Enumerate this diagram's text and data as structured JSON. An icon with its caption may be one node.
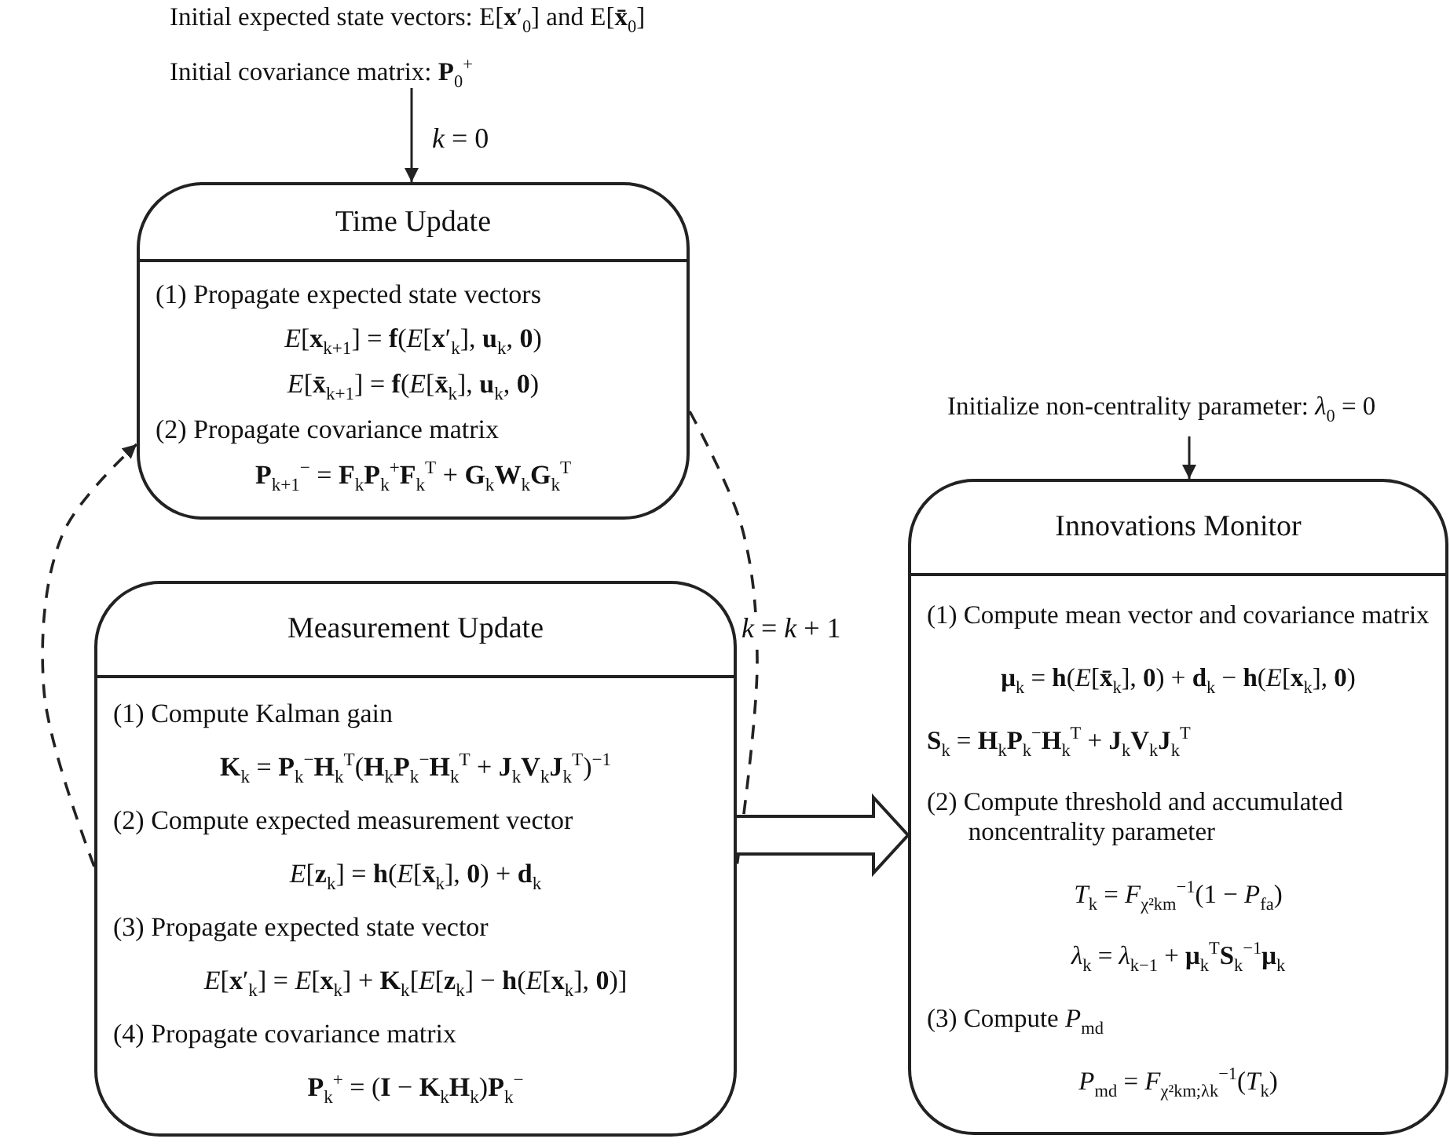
{
  "diagram": {
    "nodes": [
      {
        "text": [
          "Initial expected state vectors: E[**x**′$_{0}$] and E[**x̄**$_{0}$]",
          "Initial covariance matrix: **P**$_{0}$$^{+}$"
        ]
      },
      {
        "text": [
          "Time Update",
          "(1) Propagate expected state vectors",
          "*E*[**x**$_{k+1}$] = **f**(*E*[**x**′$_{k}$], **u**$_{k}$, **0**)",
          "*E*[**x̄**$_{k+1}$] = **f**(*E*[**x̄**$_{k}$], **u**$_{k}$, **0**)",
          "(2) Propagate covariance matrix",
          "**P**$_{k+1}$$^{−}$ = **F**$_{k}$**P**$_{k}$$^{+}$**F**$_{k}$$^{T}$ + **G**$_{k}$**W**$_{k}$**G**$_{k}$$^{T}$"
        ]
      },
      {
        "text": [
          "Measurement Update",
          "(1) Compute Kalman gain",
          "**K**$_{k}$ = **P**$_{k}$$^{−}$**H**$_{k}$$^{T}$(**H**$_{k}$**P**$_{k}$$^{−}$**H**$_{k}$$^{T}$ + **J**$_{k}$**V**$_{k}$**J**$_{k}$$^{T}$)$^{−1}$",
          "(2) Compute expected measurement vector",
          "*E*[**z**$_{k}$] = **h**(*E*[**x̄**$_{k}$], **0**) + **d**$_{k}$",
          "(3) Propagate expected state vector",
          "*E*[**x**′$_{k}$] = *E*[**x**$_{k}$] + **K**$_{k}$[*E*[**z**$_{k}$] − **h**(*E*[**x**$_{k}$], **0**)]",
          "(4) Propagate covariance matrix",
          "**P**$_{k}$$^{+}$ = (**I** − **K**$_{k}$**H**$_{k}$)**P**$_{k}$$^{−}$"
        ]
      },
      {
        "text": [
          "Initialize non-centrality parameter: *λ*$_{0}$ = 0"
        ]
      },
      {
        "text": [
          "Innovations Monitor",
          "(1) Compute mean vector and covariance matrix",
          "**μ**$_{k}$ = **h**(*E*[**x̄**$_{k}$], **0**) + **d**$_{k}$ − **h**(*E*[**x**$_{k}$], **0**)",
          "**S**$_{k}$ = **H**$_{k}$**P**$_{k}$$^{−}$**H**$_{k}$$^{T}$ + **J**$_{k}$**V**$_{k}$**J**$_{k}$$^{T}$",
          "(2) Compute threshold and accumulated noncentrality parameter",
          "*T*$_{k}$ = *F*$_{χ²km}$$^{−1}$(1 − *P*$_{fa}$)",
          "*λ*$_{k}$ = *λ*$_{k−1}$ + **μ**$_{k}$$^{T}$**S**$_{k}$$^{−1}$**μ**$_{k}$",
          "(3) Compute *P*$_{md}$",
          "*P*$_{md}$ = *F*$_{χ²km;λk}$$^{−1}$(*T*$_{k}$)"
        ]
      }
    ],
    "edges": [
      {
        "from": 0,
        "to": 1,
        "arrow": "to",
        "label": "*k* = 0"
      },
      {
        "from": 1,
        "to": 2,
        "arrow": "none",
        "style": "dashed",
        "label": "*k* = *k* + 1"
      },
      {
        "from": 2,
        "to": 1,
        "arrow": "to",
        "style": "dashed"
      },
      {
        "from": 2,
        "to": 4,
        "arrow": "to",
        "style": "thick"
      },
      {
        "from": 3,
        "to": 4,
        "arrow": "to"
      }
    ]
  }
}
